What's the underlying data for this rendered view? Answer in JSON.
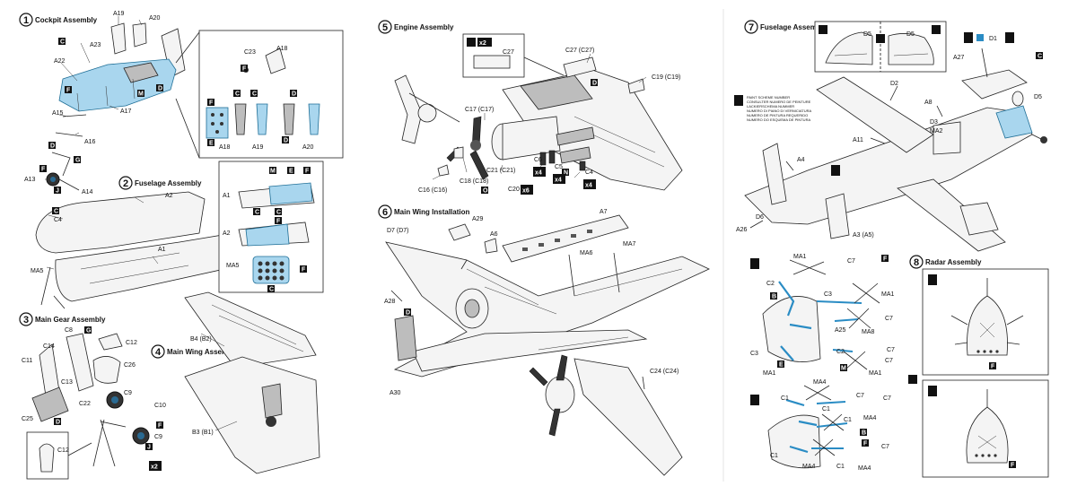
{
  "steps": [
    {
      "num": "1",
      "title": "Cockpit Assembly"
    },
    {
      "num": "2",
      "title": "Fuselage Assembly"
    },
    {
      "num": "3",
      "title": "Main Gear Assembly"
    },
    {
      "num": "4",
      "title": "Main Wing Assembly"
    },
    {
      "num": "5",
      "title": "Engine Assembly"
    },
    {
      "num": "6",
      "title": "Main Wing Installation"
    },
    {
      "num": "7",
      "title": "Fuselage Assembly"
    },
    {
      "num": "8",
      "title": "Radar Assembly"
    }
  ],
  "cockpit": {
    "labels": [
      "A19",
      "A20",
      "A23",
      "A22",
      "A17",
      "A15",
      "A16",
      "A13",
      "A14"
    ],
    "letters": [
      "C",
      "F",
      "M",
      "D",
      "D",
      "G",
      "F",
      "J"
    ],
    "inset_labels": [
      "C23",
      "A18",
      "A18",
      "A19",
      "A20"
    ],
    "inset_letters": [
      "F",
      "F",
      "C",
      "C",
      "D",
      "D",
      "E"
    ]
  },
  "fuselage": {
    "labels": [
      "A2",
      "C4",
      "MA5",
      "A1"
    ],
    "letters": [
      "C"
    ],
    "inset_labels": [
      "A1",
      "A2",
      "MA5"
    ],
    "inset_letters": [
      "M",
      "E",
      "F",
      "C",
      "C",
      "F",
      "F",
      "C"
    ]
  },
  "main_gear": {
    "labels": [
      "C8",
      "C12",
      "C14",
      "C11",
      "C26",
      "C13",
      "C22",
      "C25",
      "C9",
      "C10",
      "C9",
      "C12"
    ],
    "letters": [
      "G",
      "D",
      "F",
      "J"
    ],
    "count_badge": "x2"
  },
  "main_wing": {
    "labels": [
      "B4 (B2)",
      "B3 (B1)"
    ]
  },
  "engine": {
    "labels": [
      "C27 (C27)",
      "C27",
      "C19 (C19)",
      "C17 (C17)",
      "C21 (C21)",
      "C6",
      "C5",
      "C4",
      "C16 (C16)",
      "C18 (C18)",
      "C20"
    ],
    "letters": [
      "D",
      "N",
      "O"
    ],
    "badges": [
      "x2",
      "x4",
      "x4",
      "x4",
      "x6"
    ]
  },
  "wing_install": {
    "labels": [
      "D7 (D7)",
      "A29",
      "A6",
      "A7",
      "MA6",
      "MA7",
      "A28",
      "A30",
      "C24 (C24)"
    ],
    "letters": [
      "D"
    ]
  },
  "fuselage2": {
    "labels": [
      "D5",
      "D5",
      "D1",
      "A27",
      "D2",
      "A8",
      "D3",
      "MA2",
      "D5",
      "A11",
      "A4",
      "D6",
      "A26",
      "A3 (A5)"
    ],
    "letters": [
      "C"
    ],
    "note_lines": [
      "PAINT SCHEME NUMBER",
      "CONSULTER NUMERO DE PEINTURE",
      "LACKIERSCHEMA NUMMER",
      "NUMERO DI PIANO DI VERNICIATURA",
      "NUMERO DE PINTURA REQUERIDO",
      "NUMERO DO ESQUEMA DE PINTURA"
    ]
  },
  "antenna": {
    "labels": [
      "MA1",
      "C7",
      "C2",
      "C3",
      "MA1",
      "C7",
      "A25",
      "MA8",
      "C7",
      "C3",
      "C2",
      "C7",
      "MA1",
      "MA1",
      "MA4",
      "C1",
      "C7",
      "C1",
      "MA4",
      "C7",
      "C1",
      "C7",
      "C1",
      "MA4",
      "C1",
      "MA4"
    ],
    "letters": [
      "B",
      "F",
      "E",
      "M",
      "B",
      "F"
    ]
  },
  "radar": {
    "labels": [],
    "letters": [
      "F",
      "F"
    ]
  }
}
